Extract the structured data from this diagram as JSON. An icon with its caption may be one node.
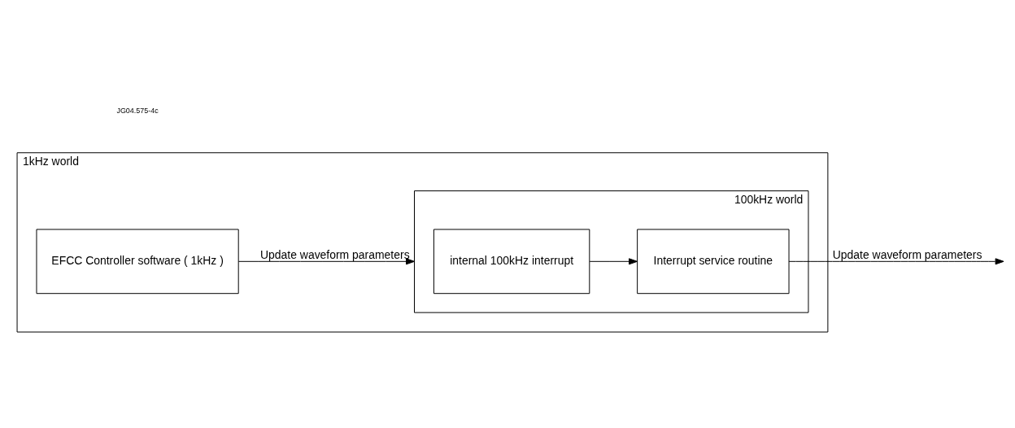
{
  "diagram": {
    "nodes": [
      {
        "text": [
          "1kHz world"
        ]
      },
      {
        "text": [
          "EFCC Controller software ( 1kHz )"
        ],
        "in": 0
      },
      {
        "text": [
          "100kHz world"
        ],
        "in": 0
      },
      {
        "text": [
          "internal 100kHz interrupt"
        ],
        "in": 2
      },
      {
        "text": [
          "Interrupt service routine"
        ],
        "in": 2
      }
    ],
    "edges": [
      {
        "from": 1,
        "to": 2,
        "arrow": "to",
        "label": "Update waveform parameters"
      },
      {
        "from": 3,
        "to": 4,
        "arrow": "to"
      },
      {
        "from": 4,
        "to": null,
        "arrow": "to",
        "label": "Update waveform parameters"
      }
    ],
    "labels": [
      "JG04.575-4c"
    ]
  }
}
